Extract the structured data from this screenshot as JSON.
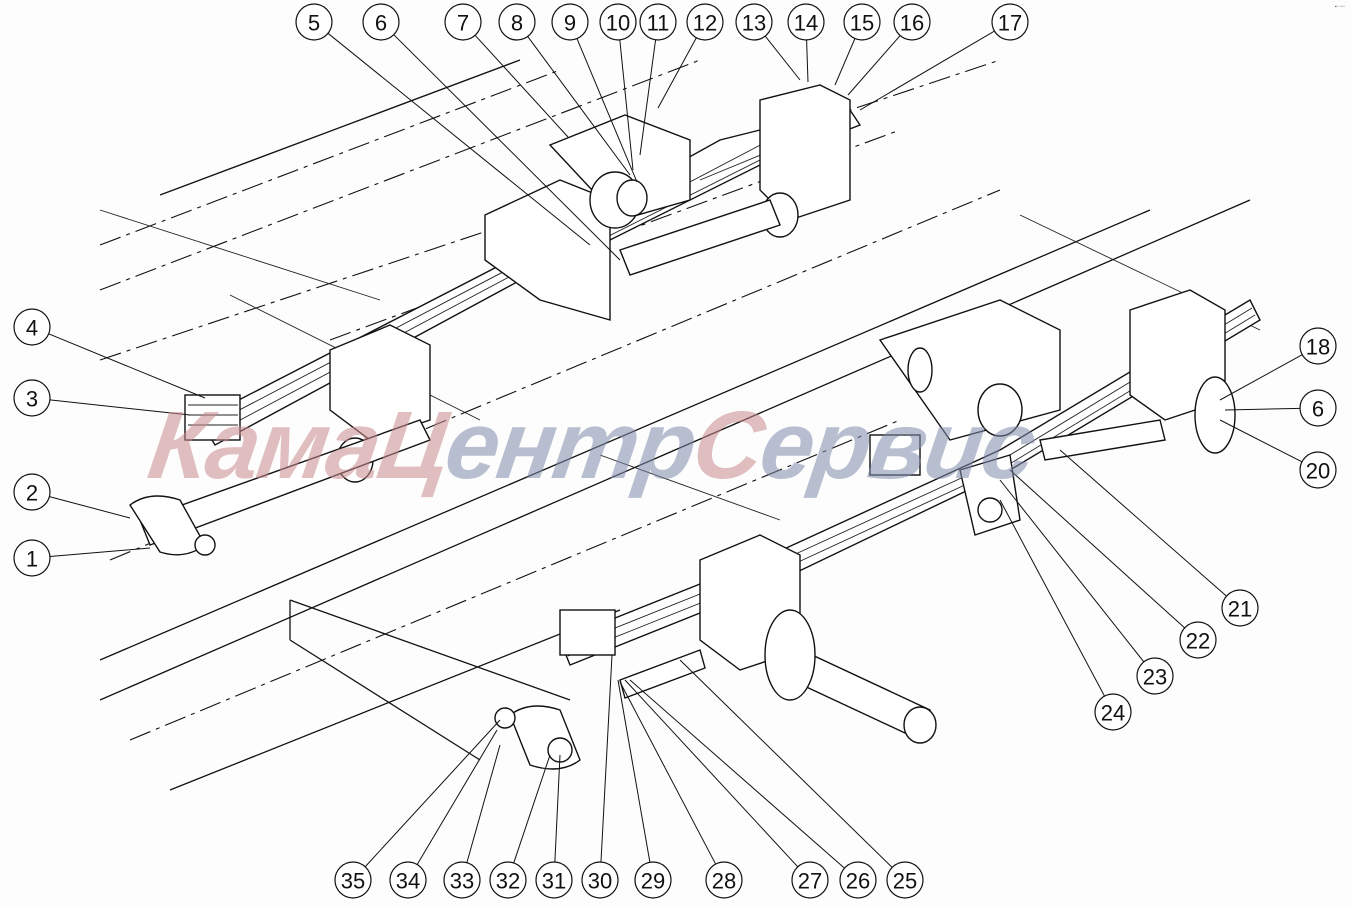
{
  "diagram": {
    "title_watermark": {
      "parts": [
        "Кама",
        "Ц",
        "ентр",
        "С",
        "ервис"
      ]
    },
    "corner_mark": "▪▫ ▫▫▫",
    "callouts": [
      "1",
      "2",
      "3",
      "4",
      "5",
      "6",
      "7",
      "8",
      "9",
      "10",
      "11",
      "12",
      "13",
      "14",
      "15",
      "16",
      "17",
      "18",
      "6",
      "20",
      "21",
      "22",
      "23",
      "24",
      "25",
      "26",
      "27",
      "28",
      "29",
      "30",
      "31",
      "32",
      "33",
      "34",
      "35"
    ],
    "colors": {
      "watermark_red": "#c98a8c",
      "watermark_blue": "#7f8bab",
      "line": "#111111"
    }
  }
}
